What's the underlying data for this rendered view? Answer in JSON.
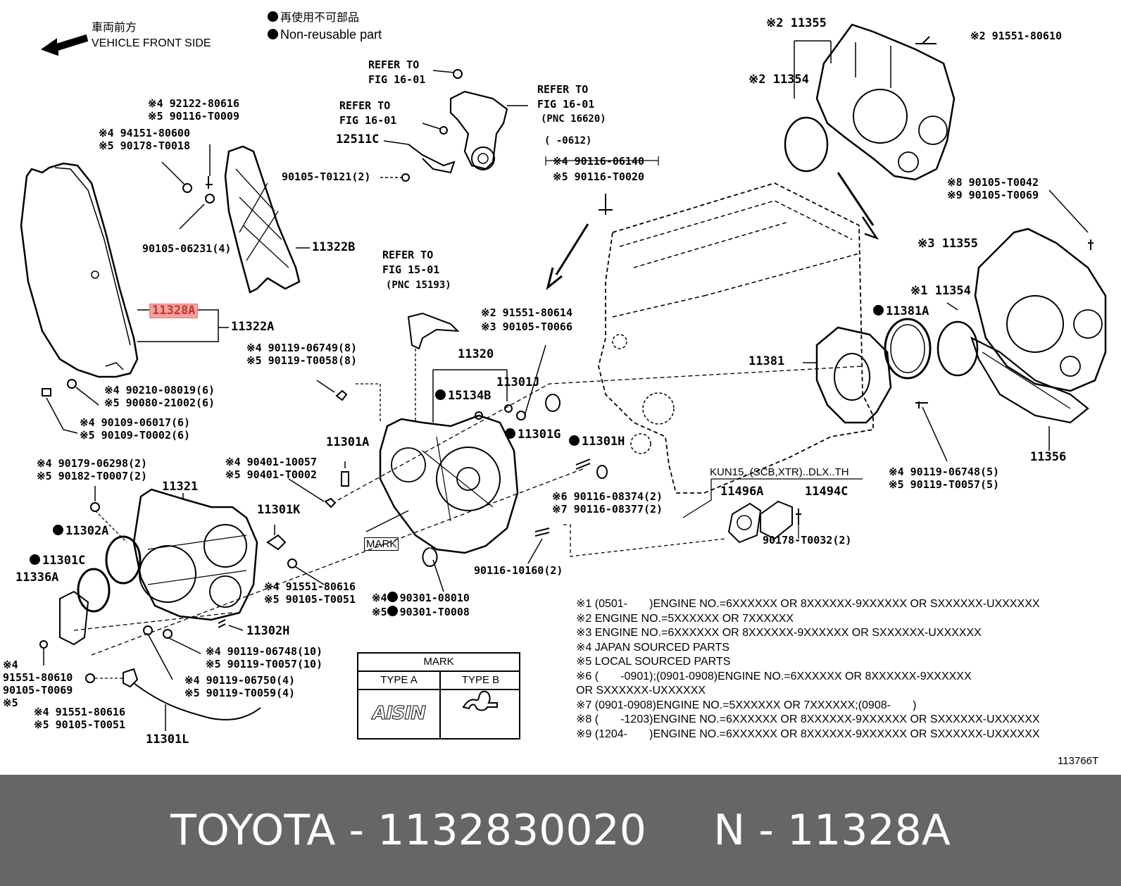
{
  "header": {
    "front_jp": "車両前方",
    "front_en": "VEHICLE FRONT SIDE",
    "nonreuse_jp": "再使用不可部品",
    "nonreuse_en": "Non-reusable part"
  },
  "labels": {
    "l1": "※2 11355",
    "l2": "※2 91551-80610",
    "l3": "※2 11354",
    "l4": "REFER TO",
    "l5": "FIG 16-01",
    "l6": "REFER TO",
    "l7": "FIG 16-01",
    "l8": "(PNC 16620)",
    "l9": "REFER TO",
    "l10": "FIG 16-01",
    "l11": "12511C",
    "l12": "90105-T0121(2)",
    "l13": "※4 92122-80616",
    "l14": "※5 90116-T0009",
    "l15": "※4 94151-80600",
    "l16": "※5 90178-T0018",
    "l17": "90105-06231(4)",
    "l18": "11322B",
    "l19": "(      -0612)",
    "l20": "※4 90116-06140",
    "l21": "※5 90116-T0020",
    "l22": "※8 90105-T0042",
    "l23": "※9 90105-T0069",
    "l24": "※3 11355",
    "l25": "REFER TO",
    "l26": "FIG 15-01",
    "l27": "(PNC 15193)",
    "l28": "11328A",
    "l29": "11322A",
    "l30": "※2 91551-80614",
    "l31": "※3 90105-T0066",
    "l32": "11381A",
    "l33": "※1 11354",
    "l34": "※4 90119-06749(8)",
    "l35": "※5 90119-T0058(8)",
    "l36": "11320",
    "l37": "11301J",
    "l38": "15134B",
    "l39": "11381",
    "l40": "※4 90210-08019(6)",
    "l41": "※5 90080-21002(6)",
    "l42": "※4 90109-06017(6)",
    "l43": "※5 90109-T0002(6)",
    "l44": "11301G",
    "l45": "11301H",
    "l46": "11301A",
    "l47": "11356",
    "l48": "※4 90179-06298(2)",
    "l49": "※5 90182-T0007(2)",
    "l50": "※4 90401-10057",
    "l51": "※5 90401-T0002",
    "l52": "KUN15..(SCB,XTR)..DLX..TH",
    "l53": "※4 90119-06748(5)",
    "l54": "※5 90119-T0057(5)",
    "l55": "11321",
    "l56": "11496A",
    "l57": "11494C",
    "l58": "※6 90116-08374(2)",
    "l59": "※7 90116-08377(2)",
    "l60": "11301K",
    "l61": "11302A",
    "l62": "90178-T0032(2)",
    "l63": "MARK",
    "l64": "11301C",
    "l65": "90116-10160(2)",
    "l66": "11336A",
    "l67": "※4 91551-80616",
    "l68": "※5 90105-T0051",
    "l69": "※4",
    "l70": "90301-08010",
    "l71": "※5",
    "l72": "90301-T0008",
    "l73": "11302H",
    "l74": "※4 90119-06748(10)",
    "l75": "※5 90119-T0057(10)",
    "l76": "※4",
    "l77": "91551-80610",
    "l78": "90105-T0069",
    "l79": "※5",
    "l80": "※4 90119-06750(4)",
    "l81": "※5 90119-T0059(4)",
    "l82": "※4 91551-80616",
    "l83": "※5 90105-T0051",
    "l84": "11301L",
    "l85": "113766T"
  },
  "mark_table": {
    "header": "MARK",
    "type_a": "TYPE A",
    "type_b": "TYPE B",
    "logo": "AISIN"
  },
  "notes": [
    "※1 (0501-       )ENGINE NO.=6XXXXXX OR 8XXXXXX-9XXXXXX OR SXXXXXX-UXXXXXX",
    "※2 ENGINE NO.=5XXXXXX OR 7XXXXXX",
    "※3 ENGINE NO.=6XXXXXX OR 8XXXXXX-9XXXXXX OR SXXXXXX-UXXXXXX",
    "※4 JAPAN SOURCED PARTS",
    "※5 LOCAL SOURCED PARTS",
    "※6 (       -0901);(0901-0908)ENGINE NO.=6XXXXXX OR 8XXXXXX-9XXXXXX",
    "OR SXXXXXX-UXXXXXX",
    "※7 (0901-0908)ENGINE NO.=5XXXXXX OR 7XXXXXX;(0908-       )",
    "※8 (       -1203)ENGINE NO.=6XXXXXX OR 8XXXXXX-9XXXXXX OR SXXXXXX-UXXXXXX",
    "※9 (1204-       )ENGINE NO.=6XXXXXX OR 8XXXXXX-9XXXXXX OR SXXXXXX-UXXXXXX"
  ],
  "footer": {
    "title": "TOYOTA - 1132830020     N - 11328A"
  },
  "colors": {
    "highlight_bg": "#f4a0a0",
    "highlight_text": "#c0392b",
    "footer_bg": "#666666"
  }
}
